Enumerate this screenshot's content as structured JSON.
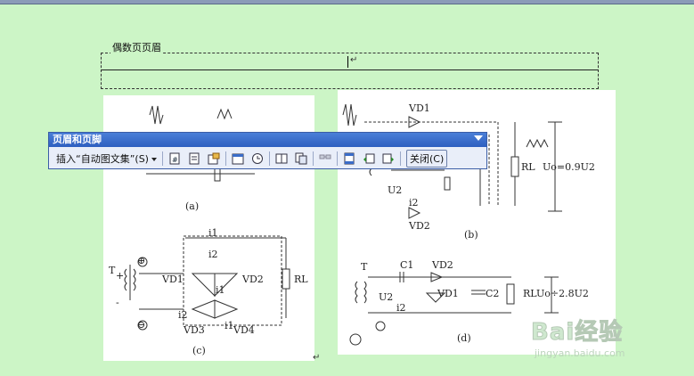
{
  "document": {
    "header_label": "偶数页页眉",
    "paragraph_mark": "↵"
  },
  "toolbar": {
    "title": "页眉和页脚",
    "insert_label": "插入“自动图文集”(S)",
    "close_label": "关闭(C)",
    "buttons": [
      "insert-page-number-icon",
      "insert-page-count-icon",
      "format-page-number-icon",
      "insert-date-icon",
      "insert-time-icon",
      "page-setup-icon",
      "show-hide-text-icon",
      "same-as-previous-icon",
      "switch-header-footer-icon",
      "show-previous-icon",
      "show-next-icon"
    ]
  },
  "figure_left": {
    "caption_a": "(a)",
    "caption_c": "(c)",
    "labels": [
      "T",
      "VD1",
      "VD2",
      "VD3",
      "VD4",
      "RL",
      "i1",
      "i2",
      "i2",
      "i1",
      "i1",
      "⊕",
      "⊖",
      "+",
      "-"
    ]
  },
  "figure_right": {
    "caption_b": "(b)",
    "caption_d": "(d)",
    "vd1": "VD1",
    "vd2": "VD2",
    "u2": "U2",
    "i2": "i2",
    "rl": "RL",
    "uo1": "Uo=0.9U2",
    "t": "T",
    "c1": "C1",
    "vd2d": "VD2",
    "vd1d": "VD1",
    "c2": "C2",
    "u2d": "U2",
    "i2d": "i2",
    "rlu": "RLUo÷2.8U2"
  },
  "watermark": {
    "logo": "Bai经验",
    "url": "jingyan.baidu.com"
  }
}
